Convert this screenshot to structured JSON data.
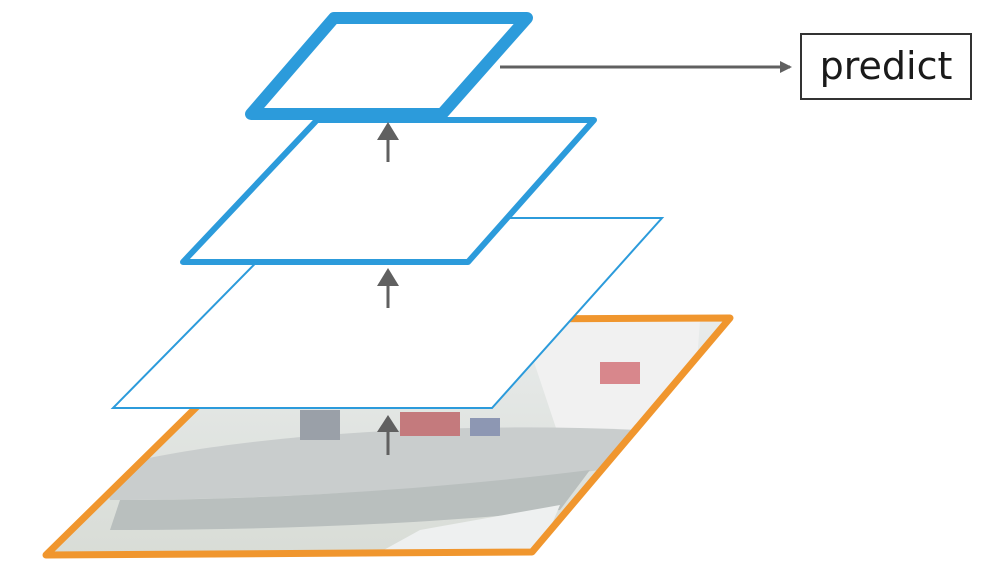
{
  "predict_label": "predict",
  "colors": {
    "input_border": "#F0962E",
    "feature_border": "#2C9BDB",
    "arrow": "#606060",
    "box_border": "#333333"
  },
  "layers": [
    {
      "name": "input-image-layer",
      "description_role": "input"
    },
    {
      "name": "feature-map-thin",
      "stroke_level": "thin"
    },
    {
      "name": "feature-map-medium",
      "stroke_level": "medium"
    },
    {
      "name": "feature-map-thick",
      "stroke_level": "thick"
    }
  ]
}
